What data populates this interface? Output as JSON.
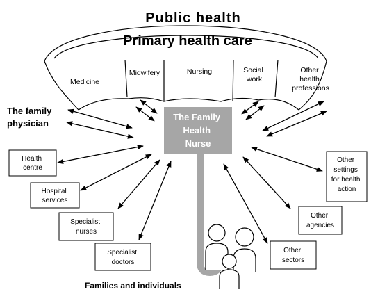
{
  "umbrella": {
    "title_public_health": "Public health",
    "title_primary_health_care": "Primary health care",
    "sections": {
      "medicine": "Medicine",
      "midwifery": "Midwifery",
      "nursing": "Nursing",
      "social_work": [
        "Social",
        "work"
      ],
      "other_professions": [
        "Other",
        "health",
        "professions"
      ]
    }
  },
  "center": {
    "lines": [
      "The Family",
      "Health",
      "Nurse"
    ]
  },
  "family_physician": [
    "The family",
    "physician"
  ],
  "left_boxes": {
    "health_centre": [
      "Health",
      "centre"
    ],
    "hospital_services": [
      "Hospital",
      "services"
    ],
    "specialist_nurses": [
      "Specialist",
      "nurses"
    ],
    "specialist_doctors": [
      "Specialist",
      "doctors"
    ]
  },
  "right_boxes": {
    "other_settings": [
      "Other",
      "settings",
      "for health",
      "action"
    ],
    "other_agencies": [
      "Other",
      "agencies"
    ],
    "other_sectors": [
      "Other",
      "sectors"
    ]
  },
  "families_label": "Families and individuals",
  "icons": {
    "family": "family-people-icon"
  },
  "colors": {
    "center_box": "#a6a6a6",
    "handle": "#a6a6a6",
    "ink": "#000000"
  }
}
